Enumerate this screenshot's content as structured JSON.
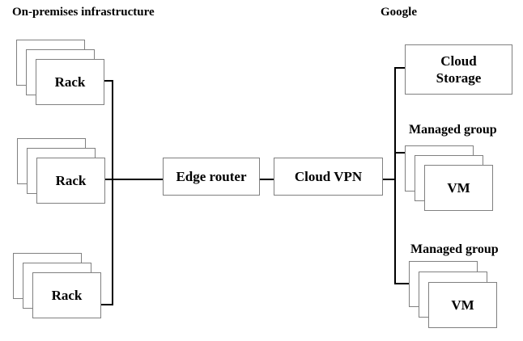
{
  "titles": {
    "left": "On-premises infrastructure",
    "right": "Google"
  },
  "nodes": {
    "rack1": {
      "label": "Rack"
    },
    "rack2": {
      "label": "Rack"
    },
    "rack3": {
      "label": "Rack"
    },
    "edge_router": {
      "label": "Edge router"
    },
    "cloud_vpn": {
      "label": "Cloud VPN"
    },
    "cloud_storage": {
      "label": "Cloud Storage"
    },
    "managed_group_1": {
      "title": "Managed group",
      "vm_label": "VM"
    },
    "managed_group_2": {
      "title": "Managed group",
      "vm_label": "VM"
    }
  },
  "colors": {
    "background": "#ffffff",
    "box_border": "#808080",
    "connector": "#000000",
    "text": "#000000"
  }
}
